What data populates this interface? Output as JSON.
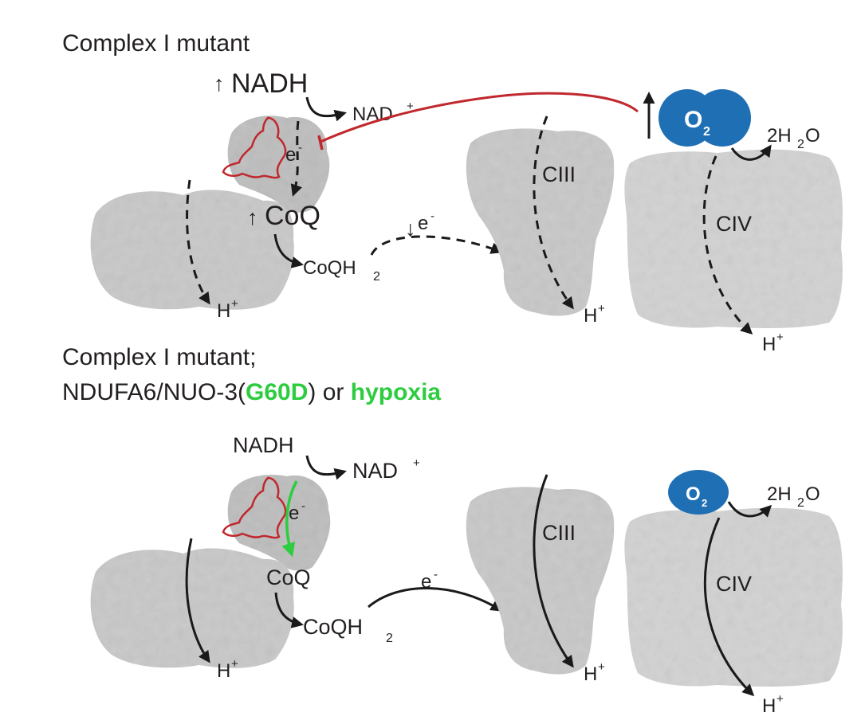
{
  "colors": {
    "protein": "#c8c8c8",
    "mutation_outline": "#c0282d",
    "inhibition": "#c0282d",
    "oxygen": "#1f6fb5",
    "rescue_green": "#2ecc40",
    "text": "#231f20"
  },
  "top_panel": {
    "heading": "Complex I mutant",
    "nadh": "NADH",
    "nad": "NAD",
    "nad_sup": "+",
    "electron": "e",
    "electron_sup": "-",
    "coq": "CoQ",
    "coqh2": "CoQH",
    "coqh2_sub": "2",
    "ciii": "CIII",
    "civ": "CIV",
    "o2": "O",
    "o2_sub": "2",
    "water": "2H",
    "water_sub": "2",
    "water_o": "O",
    "proton": "H",
    "proton_sup": "+",
    "up_arrow": "↑",
    "down_arrow": "↓"
  },
  "bottom_panel": {
    "heading_line1": "Complex I mutant;",
    "heading_line2_prefix": "NDUFA6/NUO-3(",
    "heading_line2_mutation": "G60D",
    "heading_line2_middle": ") or ",
    "heading_line2_condition": "hypoxia",
    "nadh": "NADH",
    "nad": "NAD",
    "nad_sup": "+",
    "electron": "e",
    "electron_sup": "-",
    "coq": "CoQ",
    "coqh2": "CoQH",
    "coqh2_sub": "2",
    "ciii": "CIII",
    "civ": "CIV",
    "o2": "O",
    "o2_sub": "2",
    "water": "2H",
    "water_sub": "2",
    "water_o": "O",
    "proton": "H",
    "proton_sup": "+"
  }
}
